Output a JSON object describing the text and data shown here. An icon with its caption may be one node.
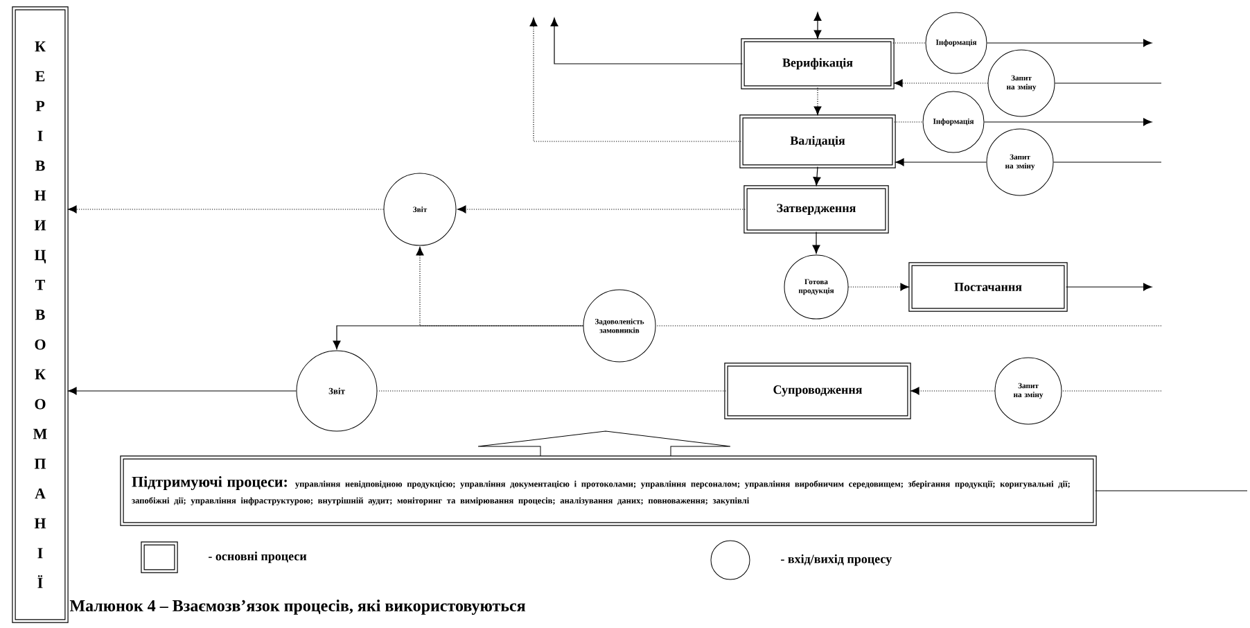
{
  "diagram": {
    "caption": "Малюнок 4 – Взаємозв’язок процесів, які використовуються",
    "nodes": [
      {
        "text": [
          "КЕРІВНИЦТВО КОМПАНІЇ"
        ]
      },
      {
        "text": [
          "Верифікація"
        ]
      },
      {
        "text": [
          "Інформація"
        ]
      },
      {
        "text": [
          "Запит на зміну"
        ]
      },
      {
        "text": [
          "Валідація"
        ]
      },
      {
        "text": [
          "Інформація"
        ]
      },
      {
        "text": [
          "Запит на зміну"
        ]
      },
      {
        "text": [
          "Затвердження"
        ]
      },
      {
        "text": [
          "Звіт"
        ]
      },
      {
        "text": [
          "Готова продукція"
        ]
      },
      {
        "text": [
          "Постачання"
        ]
      },
      {
        "text": [
          "Задоволеність замовників"
        ]
      },
      {
        "text": [
          "Звіт"
        ]
      },
      {
        "text": [
          "Супроводження"
        ]
      },
      {
        "text": [
          "Запит на зміну"
        ]
      },
      {
        "text": [
          "Підтримуючі процеси:",
          "управління невідповідною продукцією; управління документацією і протоколами; управління персоналом; управління виробничим середовищем; зберігання продукції; коригувальні дії; запобіжні дії; управління інфраструктурою; внутрішній аудит; моніторинг та вимірювання процесів; аналізування даних; повноваження; закупівлі"
        ]
      }
    ],
    "edges": [
      {
        "from": null,
        "to": 1,
        "arrow": "both"
      },
      {
        "from": 1,
        "to": 2,
        "arrow": "none",
        "style": "dashed"
      },
      {
        "from": 2,
        "to": null,
        "arrow": "to"
      },
      {
        "from": null,
        "to": 3,
        "arrow": "none"
      },
      {
        "from": 3,
        "to": 1,
        "arrow": "to",
        "style": "dashed"
      },
      {
        "from": 1,
        "to": 4,
        "arrow": "to",
        "style": "dashed"
      },
      {
        "from": 4,
        "to": 5,
        "arrow": "none",
        "style": "dashed"
      },
      {
        "from": 5,
        "to": null,
        "arrow": "to"
      },
      {
        "from": null,
        "to": 6,
        "arrow": "none"
      },
      {
        "from": 6,
        "to": 4,
        "arrow": "to"
      },
      {
        "from": 4,
        "to": 7,
        "arrow": "to"
      },
      {
        "from": 1,
        "to": null,
        "arrow": "to"
      },
      {
        "from": 4,
        "to": null,
        "arrow": "to",
        "style": "dashed"
      },
      {
        "from": 7,
        "to": 8,
        "arrow": "to",
        "style": "dashed"
      },
      {
        "from": 8,
        "to": 0,
        "arrow": "to",
        "style": "dashed"
      },
      {
        "from": 7,
        "to": 9,
        "arrow": "to"
      },
      {
        "from": 9,
        "to": 10,
        "arrow": "to",
        "style": "dashed"
      },
      {
        "from": 10,
        "to": null,
        "arrow": "to"
      },
      {
        "from": null,
        "to": 11,
        "arrow": "none",
        "style": "dashed"
      },
      {
        "from": 11,
        "to": 12,
        "arrow": "to"
      },
      {
        "from": 11,
        "to": 8,
        "arrow": "to",
        "style": "dashed"
      },
      {
        "from": null,
        "to": 14,
        "arrow": "none",
        "style": "dashed"
      },
      {
        "from": 14,
        "to": 13,
        "arrow": "to",
        "style": "dashed"
      },
      {
        "from": 13,
        "to": 12,
        "arrow": "none",
        "style": "dashed"
      },
      {
        "from": 12,
        "to": 0,
        "arrow": "to"
      },
      {
        "from": 15,
        "to": null,
        "arrow": "none"
      }
    ],
    "legend": [
      {
        "text": "- основні процеси"
      },
      {
        "text": "- вхід/вихід  процесу"
      }
    ]
  }
}
